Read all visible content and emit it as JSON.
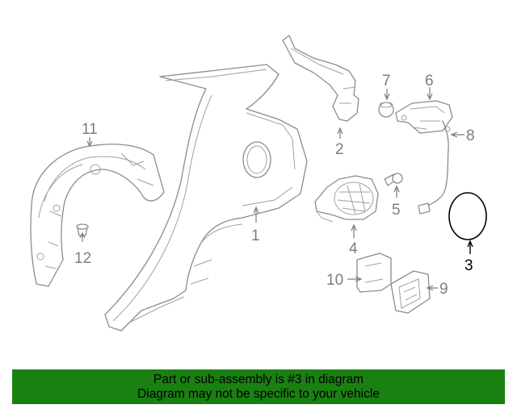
{
  "diagram": {
    "callouts": [
      {
        "id": "1",
        "label": "1"
      },
      {
        "id": "2",
        "label": "2"
      },
      {
        "id": "3",
        "label": "3",
        "highlighted": true
      },
      {
        "id": "4",
        "label": "4"
      },
      {
        "id": "5",
        "label": "5"
      },
      {
        "id": "6",
        "label": "6"
      },
      {
        "id": "7",
        "label": "7"
      },
      {
        "id": "8",
        "label": "8"
      },
      {
        "id": "9",
        "label": "9"
      },
      {
        "id": "10",
        "label": "10"
      },
      {
        "id": "11",
        "label": "11"
      },
      {
        "id": "12",
        "label": "12"
      }
    ],
    "highlight_color": "#000000",
    "line_color": "#8c8c8c"
  },
  "footer": {
    "line1": "Part or sub-assembly is #3 in diagram",
    "line2": "Diagram may not be specific to your vehicle",
    "background_color": "#1a8012"
  }
}
